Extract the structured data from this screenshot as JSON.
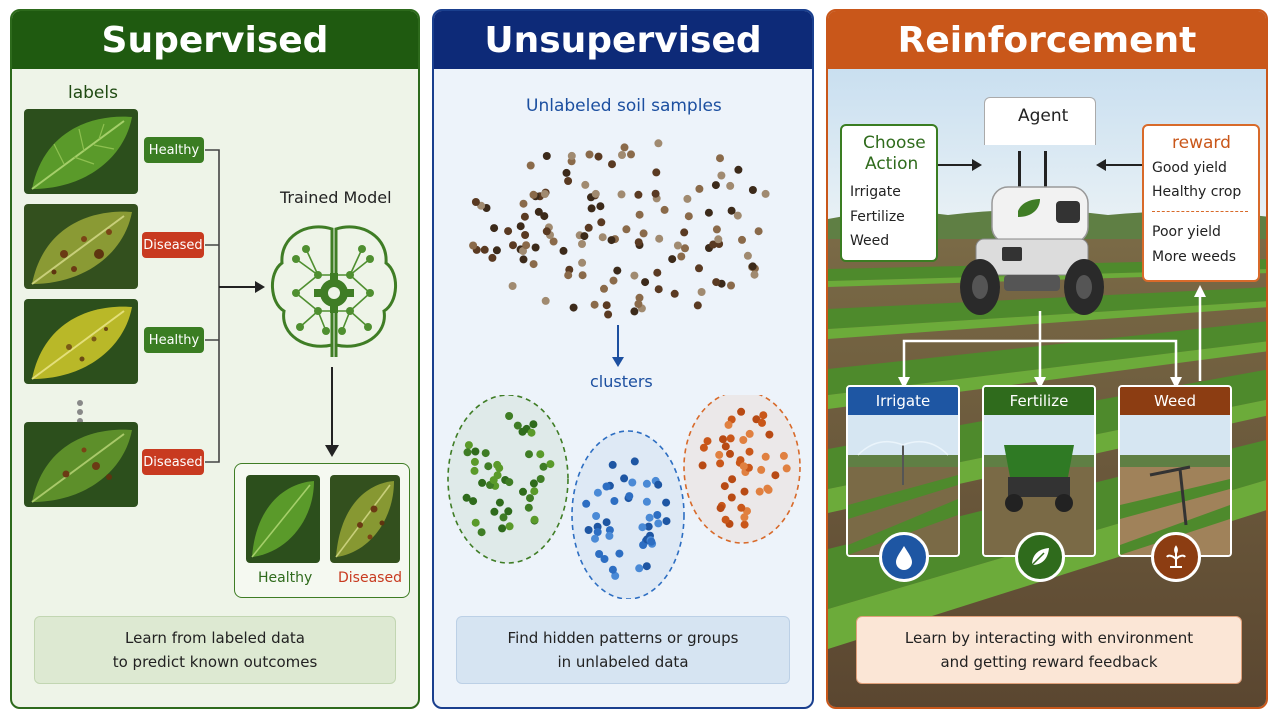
{
  "supervised": {
    "title": "Supervised",
    "labels_heading": "labels",
    "tags": [
      "Healthy",
      "Diseased",
      "Healthy",
      "Diseased"
    ],
    "model_label": "Trained Model",
    "output": {
      "healthy": "Healthy",
      "diseased": "Diseased"
    },
    "summary": {
      "line1": "Learn from labeled data",
      "line2": "to predict known outcomes"
    }
  },
  "unsupervised": {
    "title": "Unsupervised",
    "samples_label": "Unlabeled soil samples",
    "clusters_label": "clusters",
    "summary": {
      "line1": "Find hidden patterns or groups",
      "line2": "in unlabeled data"
    }
  },
  "reinforcement": {
    "title": "Reinforcement",
    "agent_label": "Agent",
    "choose": {
      "title_line1": "Choose",
      "title_line2": "Action",
      "items": [
        "Irrigate",
        "Fertilize",
        "Weed"
      ]
    },
    "reward": {
      "title": "reward",
      "good": [
        "Good yield",
        "Healthy crop"
      ],
      "bad": [
        "Poor yield",
        "More weeds"
      ]
    },
    "actions": [
      "Irrigate",
      "Fertilize",
      "Weed"
    ],
    "summary": {
      "line1": "Learn by interacting with environment",
      "line2": "and getting reward feedback"
    }
  },
  "colors": {
    "supervised": "#1f5a10",
    "unsupervised": "#0d2a78",
    "reinforcement": "#c9571a",
    "healthy": "#3a7d22",
    "diseased": "#c83a20",
    "irrigate": "#1e56a3",
    "fertilize": "#2f6b1c",
    "weed": "#8c3d12"
  }
}
